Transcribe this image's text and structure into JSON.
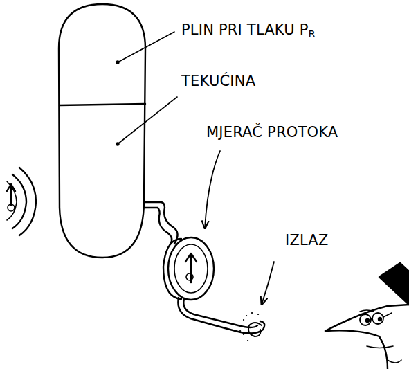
{
  "diagram": {
    "labels": [
      "PLIN PRI TLAKU PR",
      "TEKUĆINA",
      "MJERAČ PROTOKA",
      "IZLAZ"
    ]
  }
}
